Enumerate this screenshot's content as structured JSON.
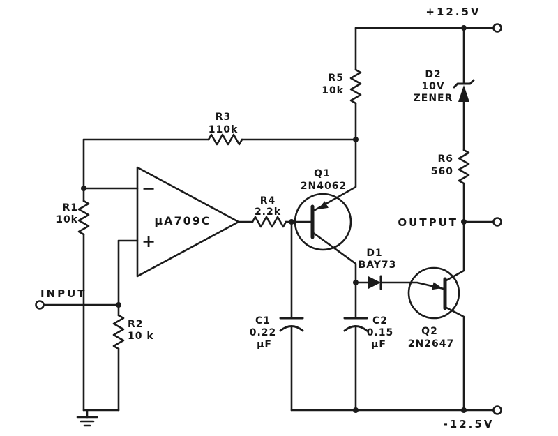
{
  "schematic": {
    "rails": {
      "vplus": "+12.5V",
      "vminus": "-12.5V"
    },
    "ports": {
      "input": "INPUT",
      "output": "OUTPUT"
    },
    "opamp": {
      "part": "μA709C",
      "inverting": "−",
      "noninverting": "+"
    },
    "resistors": {
      "r1": {
        "ref": "R1",
        "value": "10k"
      },
      "r2": {
        "ref": "R2",
        "value": "10 k"
      },
      "r3": {
        "ref": "R3",
        "value": "110k"
      },
      "r4": {
        "ref": "R4",
        "value": "2.2k"
      },
      "r5": {
        "ref": "R5",
        "value": "10k"
      },
      "r6": {
        "ref": "R6",
        "value": "560"
      }
    },
    "capacitors": {
      "c1": {
        "ref": "C1",
        "value": "0.22",
        "unit": "μF"
      },
      "c2": {
        "ref": "C2",
        "value": "0.15",
        "unit": "μF"
      }
    },
    "diodes": {
      "d1": {
        "ref": "D1",
        "part": "BAY73"
      },
      "d2": {
        "ref": "D2",
        "value": "10V",
        "type": "ZENER"
      }
    },
    "transistors": {
      "q1": {
        "ref": "Q1",
        "part": "2N4062"
      },
      "q2": {
        "ref": "Q2",
        "part": "2N2647"
      }
    }
  }
}
